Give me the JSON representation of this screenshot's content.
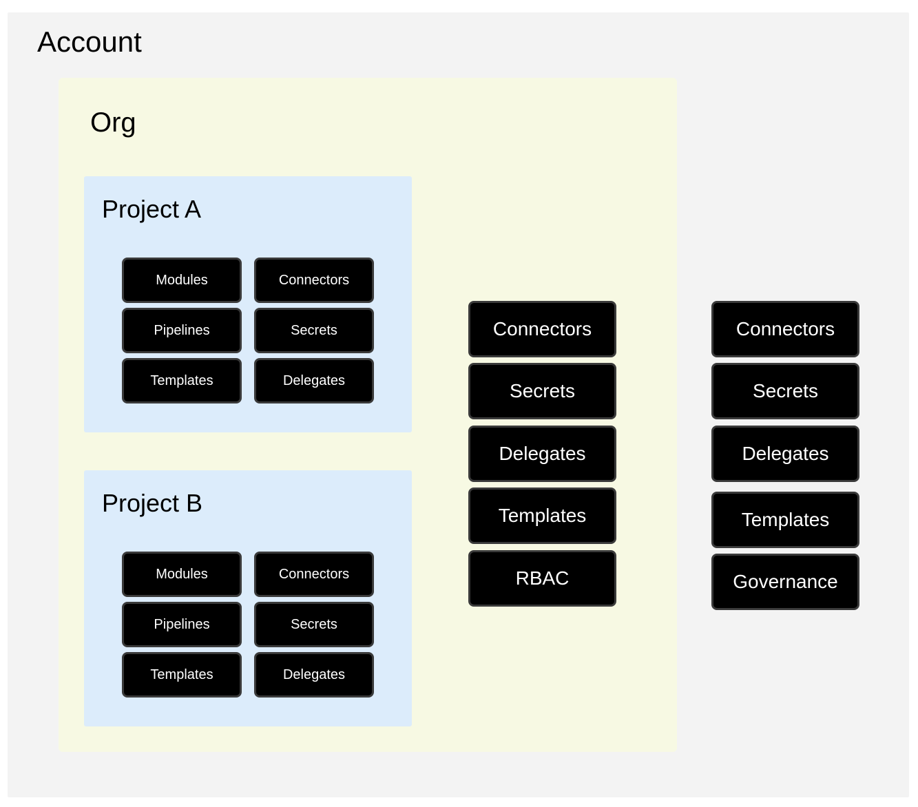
{
  "account": {
    "title": "Account",
    "items": [
      "Connectors",
      "Secrets",
      "Delegates",
      "Templates",
      "Governance"
    ]
  },
  "org": {
    "title": "Org",
    "items": [
      "Connectors",
      "Secrets",
      "Delegates",
      "Templates",
      "RBAC"
    ]
  },
  "projects": [
    {
      "title": "Project A",
      "items": [
        "Modules",
        "Connectors",
        "Pipelines",
        "Secrets",
        "Templates",
        "Delegates"
      ]
    },
    {
      "title": "Project B",
      "items": [
        "Modules",
        "Connectors",
        "Pipelines",
        "Secrets",
        "Templates",
        "Delegates"
      ]
    }
  ],
  "colors": {
    "account_bg": "#f3f3f3",
    "org_bg": "#f7f9e3",
    "project_bg": "#dcecfb",
    "chip_bg": "#000000",
    "chip_text": "#ffffff"
  }
}
